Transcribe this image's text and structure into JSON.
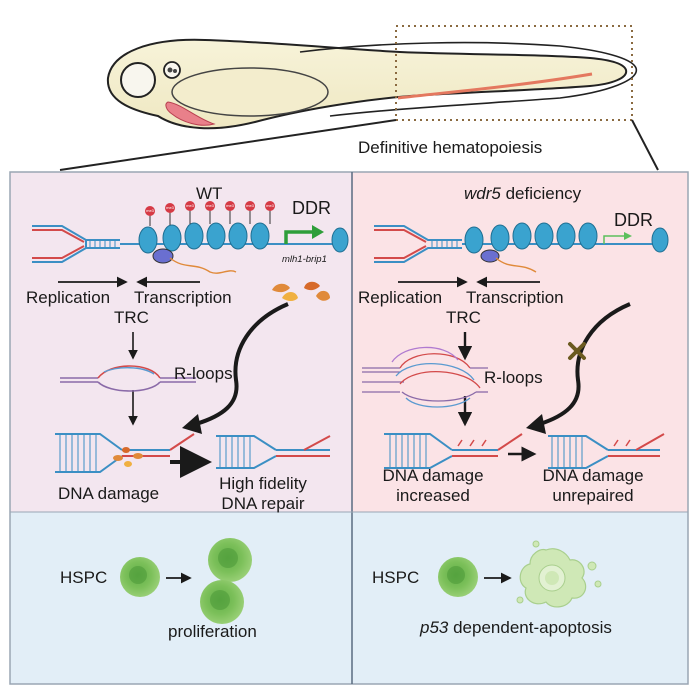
{
  "header": {
    "fish_region_label": "Definitive hematopoiesis"
  },
  "wt_panel": {
    "title": "WT",
    "ddr_label": "DDR",
    "gene_label": "mlh1-brip1",
    "histone_mark": "me3",
    "replication_label": "Replication",
    "transcription_label": "Transcription",
    "trc_label": "TRC",
    "rloops_label": "R-loops",
    "damage_label": "DNA damage",
    "repair_label_line1": "High fidelity",
    "repair_label_line2": "DNA repair"
  },
  "mutant_panel": {
    "title_italic": "wdr5",
    "title_rest": " deficiency",
    "ddr_label": "DDR",
    "replication_label": "Replication",
    "transcription_label": "Transcription",
    "trc_label": "TRC",
    "rloops_label": "R-loops",
    "damage_label_line1": "DNA damage",
    "damage_label_line2": "increased",
    "unrepaired_label_line1": "DNA damage",
    "unrepaired_label_line2": "unrepaired"
  },
  "wt_outcome": {
    "cell_label": "HSPC",
    "result_label": "proliferation"
  },
  "mutant_outcome": {
    "cell_label": "HSPC",
    "result_italic": "p53",
    "result_rest": " dependent-apoptosis"
  },
  "colors": {
    "wt_panel_bg": "#f3e6ef",
    "mutant_panel_bg": "#fbe3e6",
    "outcome_bg": "#e2eef7",
    "nucleosome": "#3aa3cf",
    "methyl_mark": "#d63a45",
    "ddr_arrow_wt": "#2e9e3a",
    "ddr_arrow_mut": "#5cbf5c",
    "cell_green": "#7cc05a",
    "apoptotic_cell": "#cfe8b6",
    "strand_blue": "#3b8fc4",
    "strand_red": "#d34a4a",
    "repair_enzyme": "#e08a3a",
    "fish_blood": "#e4785f"
  }
}
